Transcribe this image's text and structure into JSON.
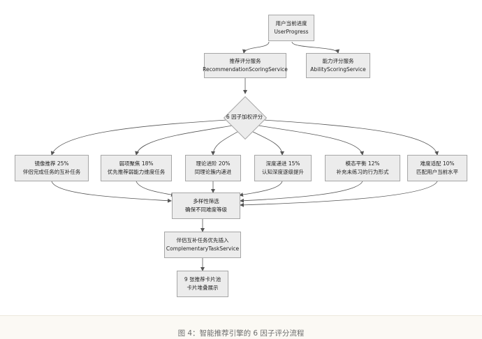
{
  "diagram": {
    "user_progress": {
      "line1": "用户当前进度",
      "line2": "UserProgress"
    },
    "recommendation_service": {
      "line1": "推荐评分服务",
      "line2": "RecommendationScoringService"
    },
    "ability_service": {
      "line1": "能力评分服务",
      "line2": "AbilityScoringService"
    },
    "weighted_scoring": {
      "label": "6 因子加权评分"
    },
    "factors": [
      {
        "line1": "镜像推荐 25%",
        "line2": "伴侣完成任务的互补任务"
      },
      {
        "line1": "弱项聚焦 18%",
        "line2": "优先推荐弱能力维度任务"
      },
      {
        "line1": "理论进阶 20%",
        "line2": "同理论簇内递进"
      },
      {
        "line1": "深度递进 15%",
        "line2": "认知深度逐级提升"
      },
      {
        "line1": "模态平衡 12%",
        "line2": "补充未练习的行为形式"
      },
      {
        "line1": "难度适配 10%",
        "line2": "匹配用户当前水平"
      }
    ],
    "diversity_filter": {
      "line1": "多样性筛选",
      "line2": "确保不同难度等级"
    },
    "complementary_task": {
      "line1": "伴侣互补任务优先插入",
      "line2": "ComplementaryTaskService"
    },
    "card_pool": {
      "line1": "9 张推荐卡片池",
      "line2": "卡片堆叠展示"
    }
  },
  "caption": "图 4：智能推荐引擎的 6 因子评分流程",
  "colors": {
    "node_fill": "#ececec",
    "node_border": "#a6a6a6",
    "edge": "#555555"
  }
}
